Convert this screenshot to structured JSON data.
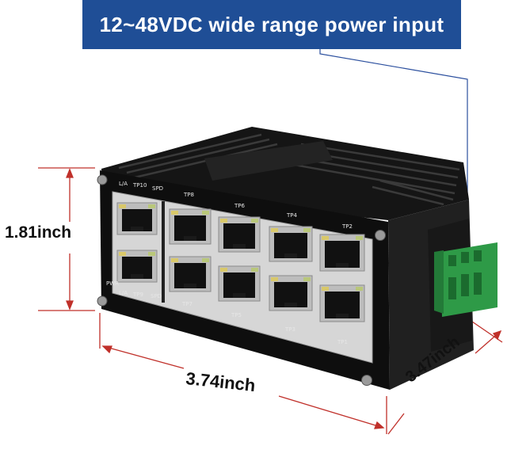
{
  "banner": {
    "text": "12~48VDC wide range power input"
  },
  "dimensions": {
    "height": "1.81inch",
    "width": "3.74inch",
    "depth": "3.47inch"
  },
  "device": {
    "port_labels": [
      "L/A",
      "TP10",
      "SPD",
      "TP8",
      "TP6",
      "TP4",
      "TP2",
      "L/A",
      "TP9",
      "SPD",
      "TP7",
      "TP5",
      "TP3",
      "TP1",
      "PWR"
    ],
    "colors": {
      "body": "#1b1b1b",
      "face": "#cfcfcf",
      "terminal": "#2e9a47",
      "accent": "#c0302a",
      "banner": "#1f4e96"
    }
  }
}
